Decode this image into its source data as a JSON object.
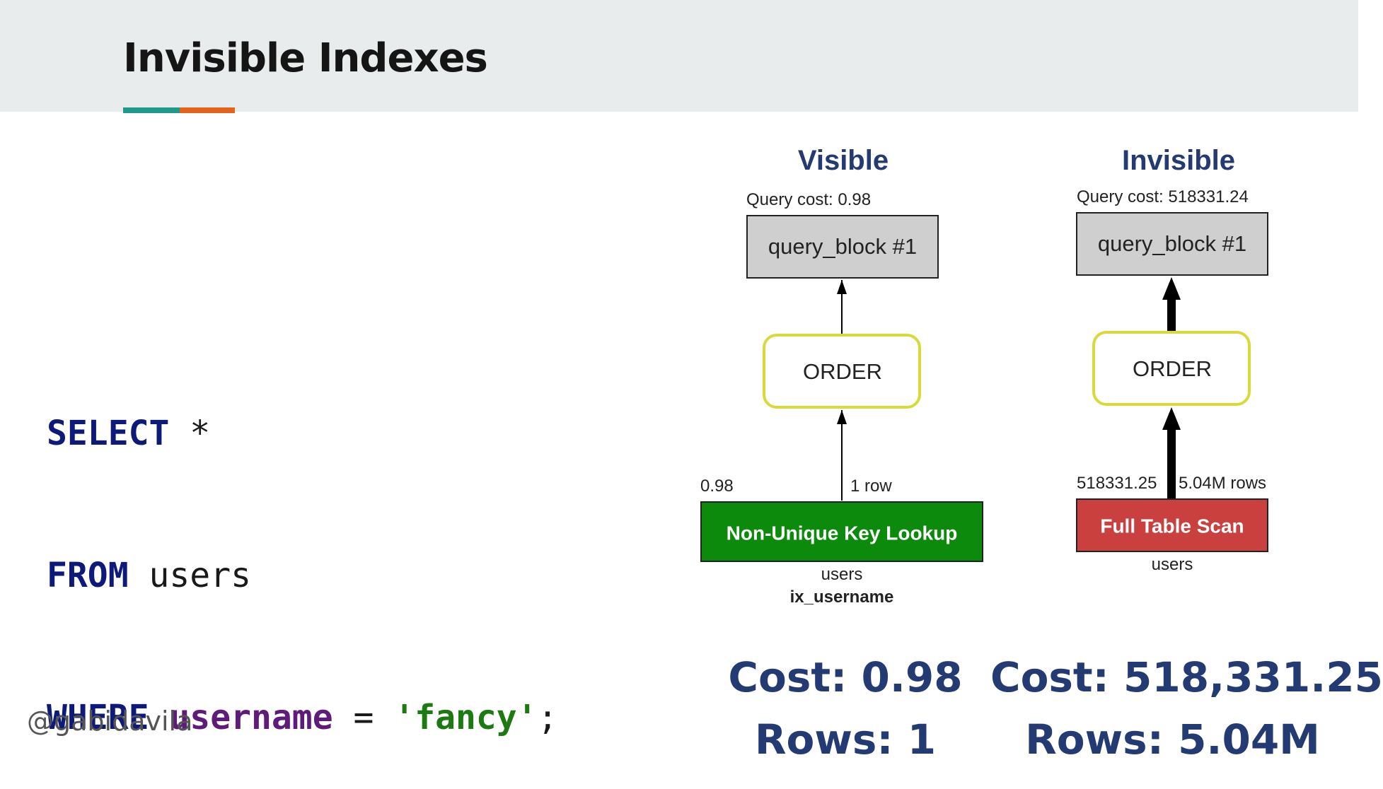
{
  "slide": {
    "title": "Invisible Indexes",
    "handle": "@gabidavila",
    "accent_colors": [
      "#1f9a8a",
      "#e4621c"
    ]
  },
  "code": {
    "line1": {
      "keyword": "SELECT",
      "rest": " *"
    },
    "line2": {
      "keyword": "FROM",
      "rest": " users"
    },
    "line3": {
      "keyword": "WHERE",
      "column": "username",
      "op": " = ",
      "value": "'fancy'",
      "end": ";"
    }
  },
  "visible": {
    "heading": "Visible",
    "query_cost": "Query cost: 0.98",
    "query_block": "query_block #1",
    "order": "ORDER",
    "edge_cost": "0.98",
    "edge_rows": "1 row",
    "access": "Non-Unique Key Lookup",
    "access_color": "#0b8a0b",
    "table": "users",
    "index": "ix_username",
    "cost_summary": "Cost: 0.98",
    "rows_summary": "Rows: 1"
  },
  "invisible": {
    "heading": "Invisible",
    "query_cost": "Query cost: 518331.24",
    "query_block": "query_block #1",
    "order": "ORDER",
    "edge_cost": "518331.25",
    "edge_rows": "5.04M rows",
    "access": "Full Table Scan",
    "access_color": "#c9403f",
    "table": "users",
    "cost_summary": "Cost: 518,331.25",
    "rows_summary": "Rows: 5.04M"
  }
}
